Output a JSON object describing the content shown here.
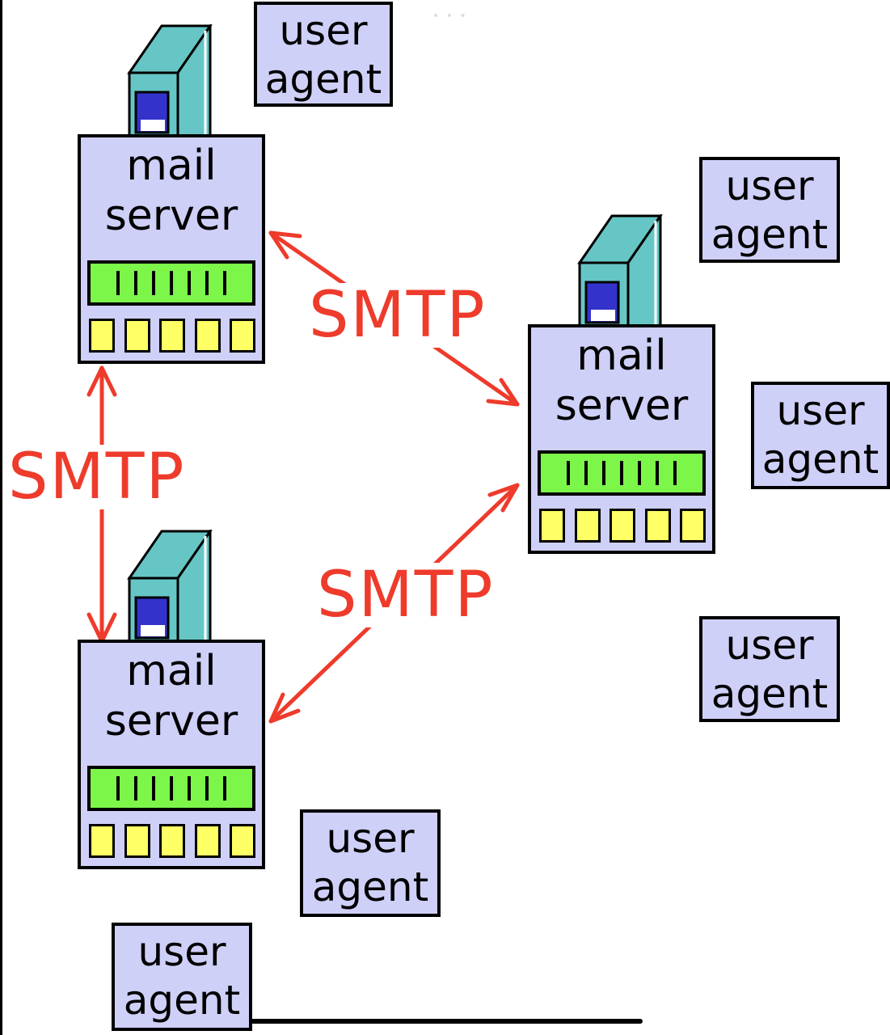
{
  "diagram": {
    "mail_server": {
      "line1": "mail",
      "line2": "server"
    },
    "user_agent": {
      "line1": "user",
      "line2": "agent"
    },
    "protocol_label": "SMTP",
    "colors": {
      "box_fill": "#cfd0f8",
      "queue_fill": "#7df64a",
      "mailbox_fill": "#ffff66",
      "tower_fill": "#66c6c6",
      "disk_fill": "#3333cc",
      "arrow": "#ee3b2b"
    },
    "icons": [
      "server-tower-icon",
      "message-queue-icon",
      "mailbox-icon"
    ]
  }
}
